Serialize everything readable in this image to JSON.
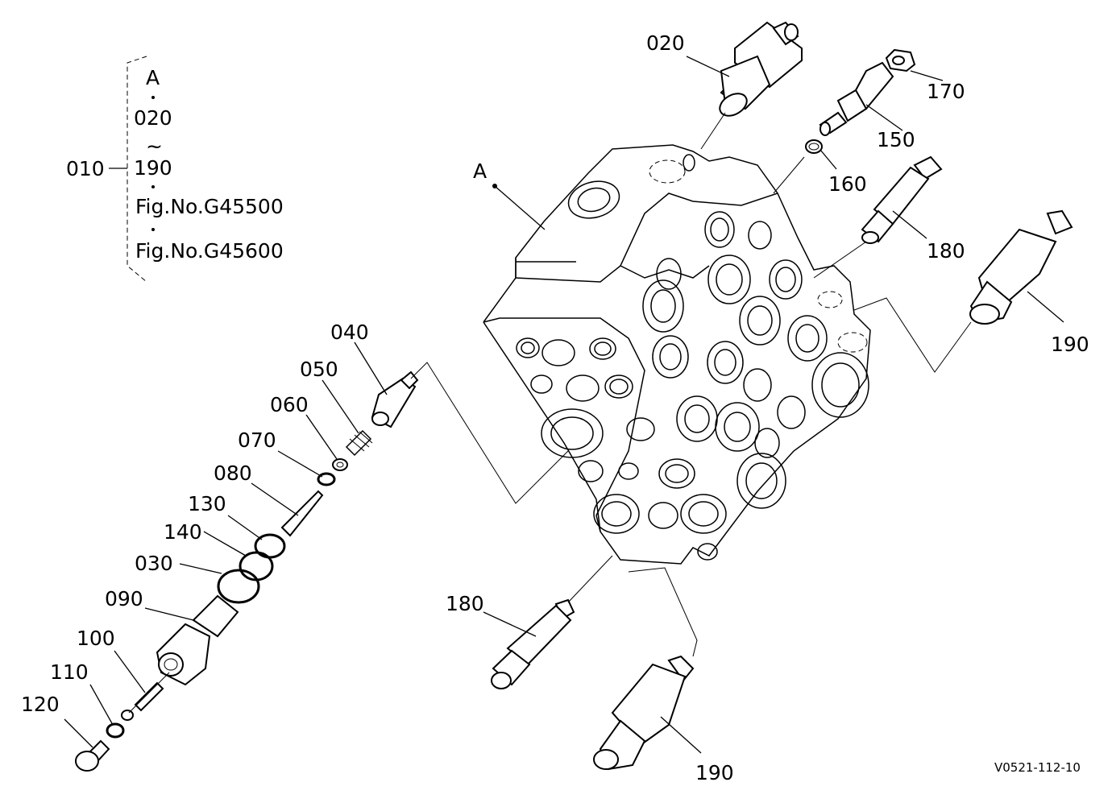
{
  "legend": {
    "parent_code": "010",
    "line1": "A",
    "line2": "020",
    "range_mark": "~",
    "line3": "190",
    "line4": "Fig.No.G45500",
    "line5": "Fig.No.G45600"
  },
  "labels": {
    "p020": "020",
    "p170": "170",
    "p150": "150",
    "p160": "160",
    "p180a": "180",
    "p190a": "190",
    "pA": "A",
    "p040": "040",
    "p050": "050",
    "p060": "060",
    "p070": "070",
    "p080": "080",
    "p130": "130",
    "p140": "140",
    "p030": "030",
    "p090": "090",
    "p100": "100",
    "p110": "110",
    "p120": "120",
    "p180b": "180",
    "p190b": "190"
  },
  "drawing_code": "V0521-112-10"
}
